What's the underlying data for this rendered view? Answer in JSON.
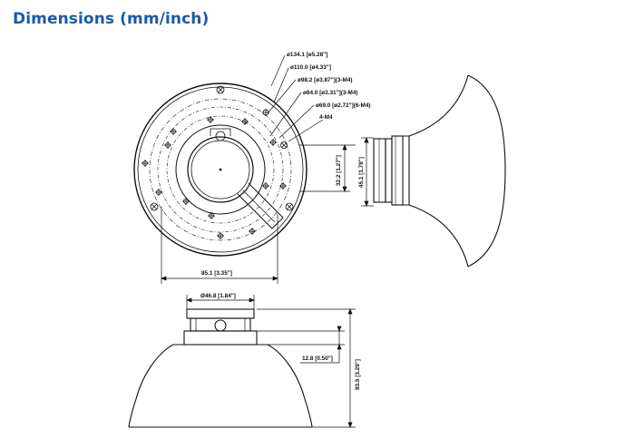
{
  "header": {
    "title": "Dimensions (mm/inch)"
  },
  "colors": {
    "title": "#1a5aa8",
    "line": "#111111"
  },
  "callouts": {
    "d1341": "ø134.1 [ø5.28\"]",
    "d1100": "ø110.0 [ø4.33\"]",
    "d982": "ø98.2 [ø3.87\"](3-M4)",
    "d840": "ø84.0 [ø3.31\"](3-M4)",
    "d690": "ø69.0 [ø2.72\"](6-M4)",
    "m4": "4-M4"
  },
  "dims": {
    "width_851": "85.1 [3.35\"]",
    "height_322": "32.2 [1.27\"]",
    "height_451": "45.1 [1.78\"]",
    "dia_468": "Ø46.8 [1.84\"]",
    "height_128": "12.8 [0.50\"]",
    "height_835": "83.5 [3.29\"]"
  }
}
